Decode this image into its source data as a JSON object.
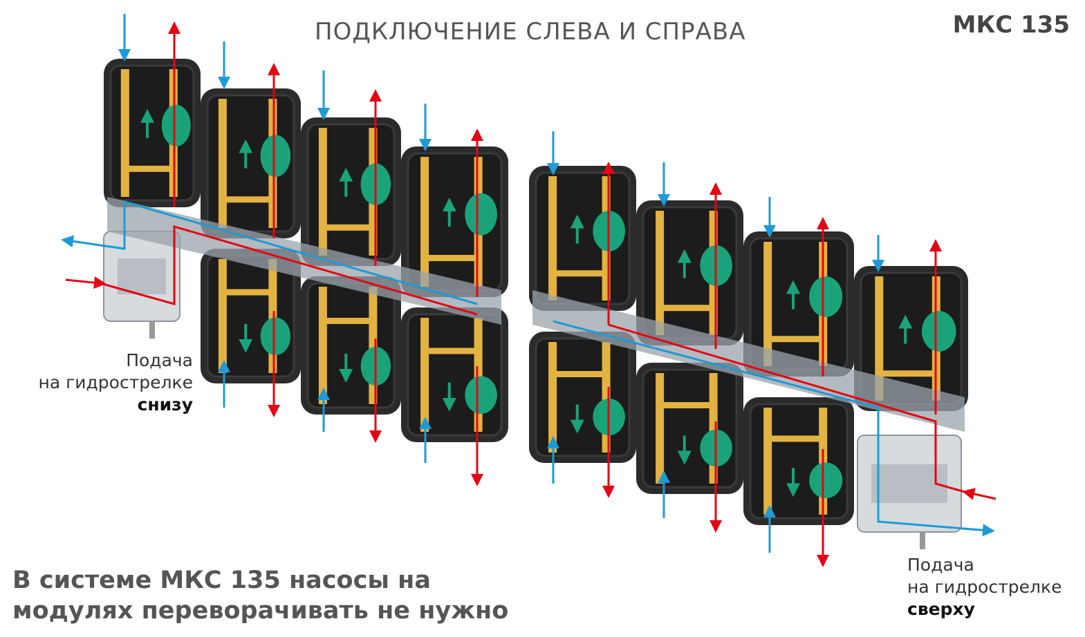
{
  "header": {
    "title": "ПОДКЛЮЧЕНИЕ СЛЕВА И СПРАВА",
    "model": "МКС 135"
  },
  "left_caption": {
    "line1": "Подача",
    "line2": "на гидрострелке",
    "line3": "снизу"
  },
  "right_caption": {
    "line1": "Подача",
    "line2": "на гидрострелке",
    "line3": "сверху"
  },
  "footer_note": {
    "line1": "В системе МКС 135 насосы на",
    "line2": "модулях переворачивать не нужно"
  },
  "colors": {
    "supply": "#e30613",
    "return": "#1e9ad6",
    "pump": "#1aa37a",
    "insulation": "#2b2b2b",
    "brass": "#e3b341",
    "manifold": "#9aa3ab"
  }
}
